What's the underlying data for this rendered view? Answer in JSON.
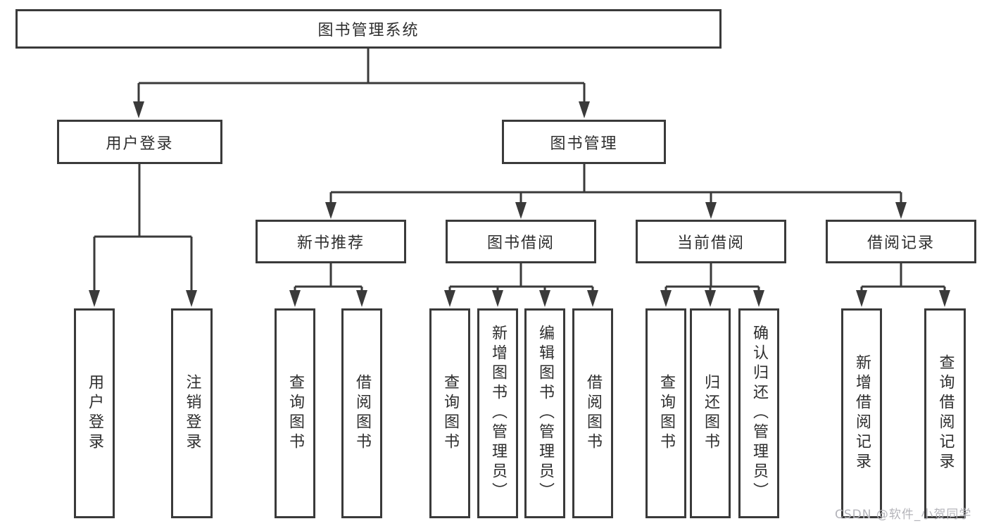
{
  "diagram_title": "图书管理系统",
  "nodes": {
    "root": "图书管理系统",
    "user_login": "用户登录",
    "book_mgmt": "图书管理",
    "new_book_rec": "新书推荐",
    "book_borrow": "图书借阅",
    "current_borrow": "当前借阅",
    "borrow_records": "借阅记录",
    "leaf_user_login": "用户登录",
    "leaf_logout": "注销登录",
    "leaf_rec_query": "查询图书",
    "leaf_rec_borrow": "借阅图书",
    "leaf_bb_query": "查询图书",
    "leaf_bb_add": "新增图书（管理员）",
    "leaf_bb_edit": "编辑图书（管理员）",
    "leaf_bb_borrow": "借阅图书",
    "leaf_cb_query": "查询图书",
    "leaf_cb_return": "归还图书",
    "leaf_cb_confirm": "确认归还（管理员）",
    "leaf_br_add": "新增借阅记录",
    "leaf_br_query": "查询借阅记录"
  },
  "hierarchy": {
    "图书管理系统": {
      "用户登录": [
        "用户登录",
        "注销登录"
      ],
      "图书管理": {
        "新书推荐": [
          "查询图书",
          "借阅图书"
        ],
        "图书借阅": [
          "查询图书",
          "新增图书（管理员）",
          "编辑图书（管理员）",
          "借阅图书"
        ],
        "当前借阅": [
          "查询图书",
          "归还图书",
          "确认归还（管理员）"
        ],
        "借阅记录": [
          "新增借阅记录",
          "查询借阅记录"
        ]
      }
    }
  },
  "watermark": "CSDN @软件_小贺同学",
  "colors": {
    "line": "#3a3a3a",
    "text": "#2e2e2e",
    "watermark": "#b4b4ba",
    "background": "#ffffff"
  }
}
